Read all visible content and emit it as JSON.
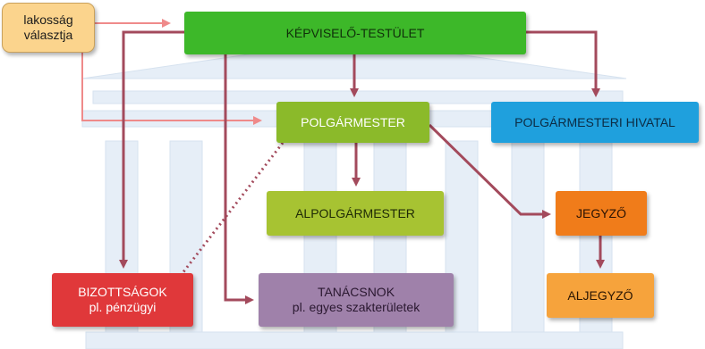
{
  "nodes": {
    "voters": {
      "line1": "lakosság",
      "line2": "választja"
    },
    "board": {
      "label": "KÉPVISELŐ-TESTÜLET"
    },
    "mayor": {
      "label": "POLGÁRMESTER"
    },
    "office": {
      "label": "POLGÁRMESTERI HIVATAL"
    },
    "deputy": {
      "label": "ALPOLGÁRMESTER"
    },
    "notary": {
      "label": "JEGYZŐ"
    },
    "depnot": {
      "label": "ALJEGYZŐ"
    },
    "comm": {
      "line1": "BIZOTTSÁGOK",
      "line2": "pl. pénzügyi"
    },
    "council": {
      "line1": "TANÁCSNOK",
      "line2": "pl. egyes szakterületek"
    }
  },
  "colors": {
    "arrow": "#a34a5c",
    "election_arrow": "#ef8a8a",
    "background_building": "#e3ecf6",
    "voters": "#fbd48d",
    "board": "#3db829",
    "mayor": "#8bba2a",
    "office": "#1fa0dd",
    "deputy": "#a7c332",
    "notary": "#f07c1a",
    "deputy_notary": "#f6a33c",
    "committees": "#e0383a",
    "council_member": "#9f81aa"
  }
}
